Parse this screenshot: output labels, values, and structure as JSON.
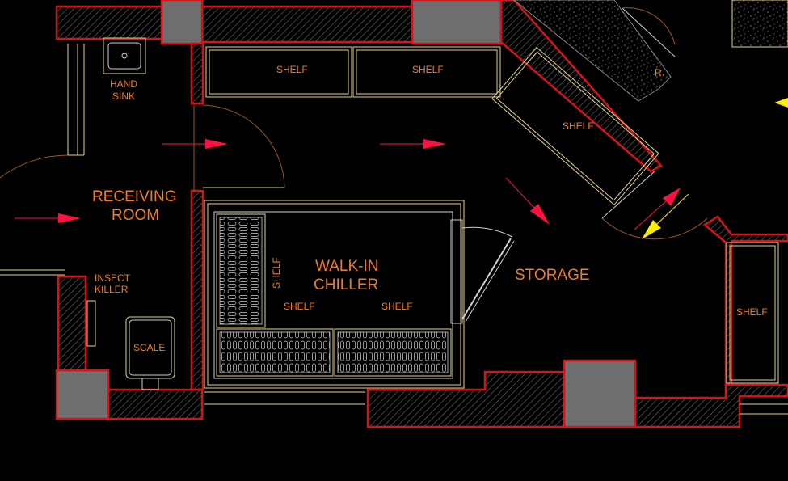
{
  "rooms": {
    "receiving_line1": "RECEIVING",
    "receiving_line2": "ROOM",
    "walkin_line1": "WALK-IN",
    "walkin_line2": "CHILLER",
    "storage": "STORAGE"
  },
  "fixtures": {
    "hand_sink_line1": "HAND",
    "hand_sink_line2": "SINK",
    "insect_killer_line1": "INSECT",
    "insect_killer_line2": "KILLER",
    "scale": "SCALE",
    "shelf": "SHELF",
    "door_tag": "R."
  },
  "colors": {
    "background": "#000000",
    "wall_outline": "#d4141a",
    "wall_hatch": "#6b6b6b",
    "column_fill": "#6e6e6e",
    "furniture_line": "#e8d28a",
    "door_arc": "#a0521e",
    "label": "#f07d21",
    "arrow_red": "#ff1040",
    "arrow_yellow": "#ffee00"
  }
}
